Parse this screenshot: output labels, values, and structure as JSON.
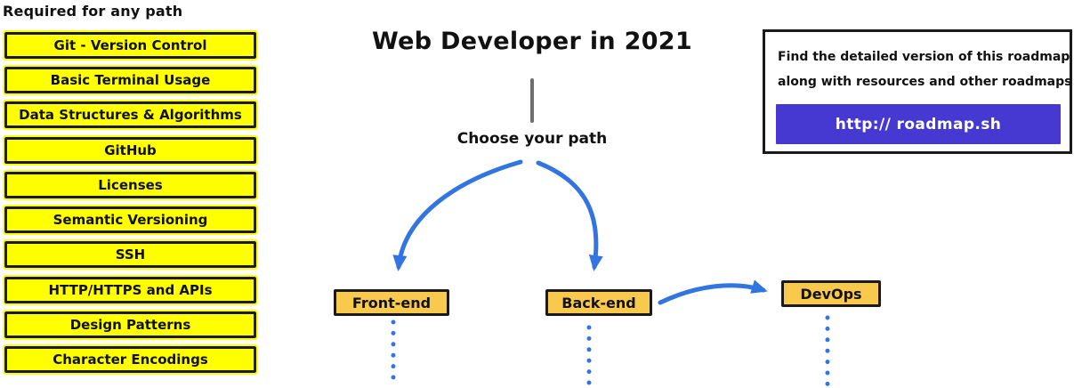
{
  "sidebar": {
    "heading": "Required for any path",
    "items": [
      "Git - Version Control",
      "Basic Terminal Usage",
      "Data Structures & Algorithms",
      "GitHub",
      "Licenses",
      "Semantic Versioning",
      "SSH",
      "HTTP/HTTPS and APIs",
      "Design Patterns",
      "Character Encodings"
    ]
  },
  "main": {
    "title": "Web Developer in 2021",
    "choose_label": "Choose your path",
    "nodes": {
      "frontend": "Front-end",
      "backend": "Back-end",
      "devops": "DevOps"
    }
  },
  "info_box": {
    "line1": "Find the detailed version of this roadmap",
    "line2": "along with resources and other roadmaps",
    "button_label": "http:// roadmap.sh"
  },
  "colors": {
    "highlight_yellow": "#FFFF00",
    "node_orange": "#F8C94C",
    "arrow_blue": "#3375E0",
    "button_purple": "#4539D2",
    "border_black": "#1A1A1A",
    "stem_gray": "#6E6E6E"
  }
}
